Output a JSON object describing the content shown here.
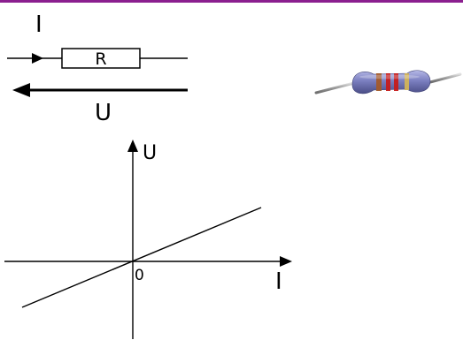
{
  "circuit": {
    "current_label": "I",
    "resistor_label": "R",
    "voltage_label": "U"
  },
  "graph": {
    "y_axis_label": "U",
    "x_axis_label": "I",
    "origin_label": "0"
  },
  "colors": {
    "top_border": "#8b1f8f",
    "resistor_body": "#7b7fc0",
    "band_1": "#a35a2a",
    "band_2": "#c61b1b",
    "band_3": "#c61b1b",
    "band_4": "#d2b35a"
  }
}
